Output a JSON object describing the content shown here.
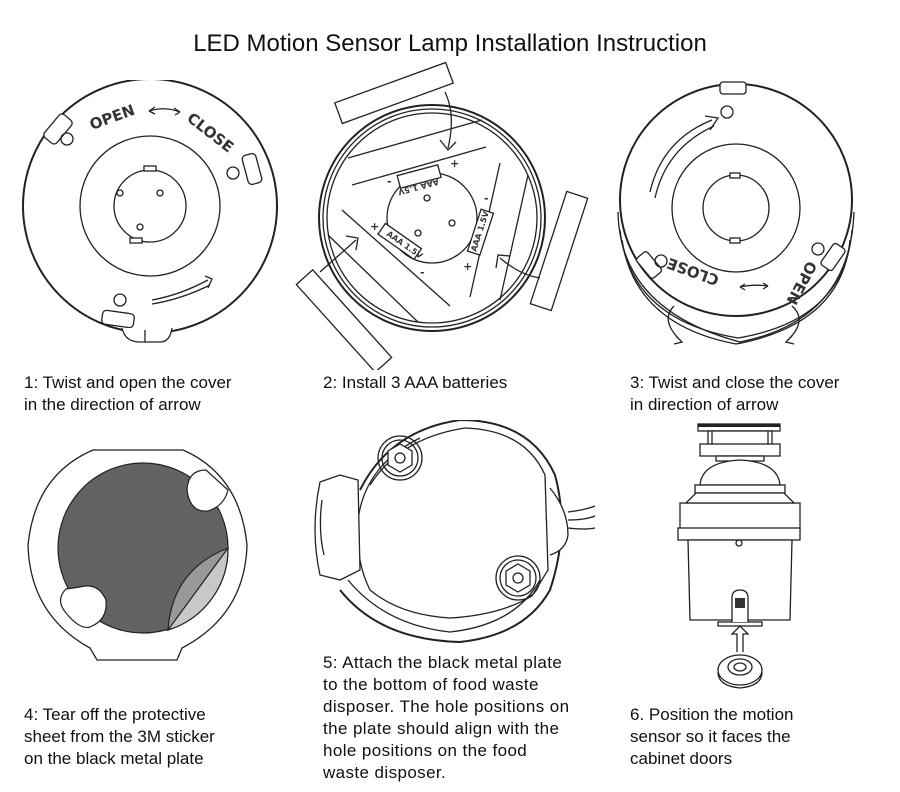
{
  "document": {
    "title": "LED Motion Sensor Lamp Installation Instruction"
  },
  "steps": [
    {
      "number": "1",
      "caption": "1: Twist and open the cover\nin the direction of arrow",
      "figure": "lamp-cover-open",
      "labels": {
        "open": "OPEN",
        "close": "CLOSE"
      }
    },
    {
      "number": "2",
      "caption": "2: Install 3 AAA batteries",
      "figure": "battery-compartment",
      "battery_label": "AAA 1.5V",
      "battery_count": 3,
      "polarity": {
        "plus": "+",
        "minus": "-"
      }
    },
    {
      "number": "3",
      "caption": "3: Twist and close the cover\nin direction of arrow",
      "figure": "lamp-cover-close",
      "labels": {
        "open": "OPEN",
        "close": "CLOSE"
      }
    },
    {
      "number": "4",
      "caption": "4: Tear off the protective\nsheet from the 3M sticker\non the black metal plate",
      "figure": "metal-plate-sticker",
      "colors": {
        "plate": "#636363",
        "peel_dark": "#999999",
        "peel_light": "#c8c8c8"
      }
    },
    {
      "number": "5",
      "caption": "5: Attach the black metal plate\nto the bottom of food waste\ndisposer. The hole positions on\nthe plate should align with the\nhole positions on the food\nwaste disposer.",
      "figure": "disposer-bottom"
    },
    {
      "number": "6",
      "caption": "6. Position the motion\nsensor so it faces the\ncabinet doors",
      "figure": "disposer-with-sensor"
    }
  ]
}
